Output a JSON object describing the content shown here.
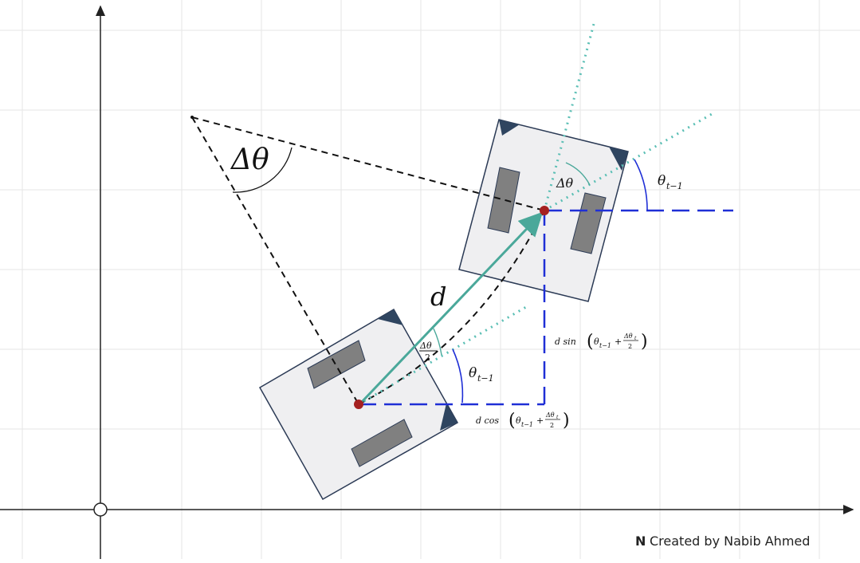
{
  "labels": {
    "delta_theta_large": "Δθ",
    "delta_theta_small": "Δθ",
    "delta_theta_half_num": "Δθ",
    "delta_theta_half_den": "2",
    "theta_prev_base": "θ",
    "theta_prev_sub": "t−1",
    "distance": "d",
    "dsin_prefix": "d sin",
    "dsin_inner": "θ",
    "dsin_sub": "t−1",
    "dsin_plus": "+",
    "dsin_frac_num": "Δθ",
    "dsin_frac_num_sub": "t",
    "dsin_frac_den": "2",
    "dcos_prefix": "d cos",
    "dcos_inner": "θ",
    "dcos_sub": "t−1",
    "dcos_plus": "+",
    "dcos_frac_num": "Δθ",
    "dcos_frac_num_sub": "t",
    "dcos_frac_den": "2"
  },
  "credit": {
    "logo": "N",
    "text": "Created by Nabib Ahmed"
  },
  "colors": {
    "grid": "#e6e6e6",
    "axis": "#222222",
    "robot_body": "#efeff1",
    "robot_outline": "#2b3a55",
    "wheel": "#808080",
    "corner_marker": "#2f4560",
    "vector": "#4aa89a",
    "dotted": "#5bbfb5",
    "blue_dashed": "#1f2fd6",
    "black_dashed": "#111111",
    "position_dot": "#a52020"
  },
  "icons": {
    "origin": "origin-circle-icon",
    "credit_logo": "notion-logo-icon"
  }
}
